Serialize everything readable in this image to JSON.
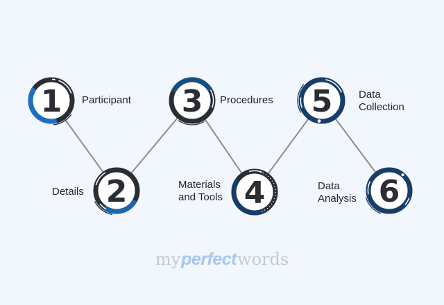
{
  "background": "#f2f6fd",
  "colors": {
    "line": "#8a8d92",
    "charcoal": "#2a2d33",
    "navy": "#163e68",
    "number_text": "#2a2d33",
    "label_text": "#23272c",
    "logo_gray": "#c3c9d2",
    "logo_blue": "#a5c8ee",
    "white": "#ffffff"
  },
  "steps": [
    {
      "number": "1",
      "line1": "Participant",
      "ring": "#2a2d33",
      "accent": "#1d6fc4"
    },
    {
      "number": "2",
      "line1": "Details",
      "ring": "#2a2d33",
      "accent": "#1d65ad"
    },
    {
      "number": "3",
      "line1": "Procedures",
      "ring": "#2a2d33",
      "accent": "#174f82"
    },
    {
      "number": "4",
      "line1": "Materials",
      "line2": "and Tools",
      "ring": "#2a2d33",
      "accent": "#163e68"
    },
    {
      "number": "5",
      "line1": "Data",
      "line2": "Collection",
      "ring": "#163e68",
      "accent": "#163e68"
    },
    {
      "number": "6",
      "line1": "Data",
      "line2": "Analysis",
      "ring": "#163e68",
      "accent": "#163e68"
    }
  ],
  "logo": {
    "my": "my",
    "perfect": "perfect",
    "words": "words"
  }
}
